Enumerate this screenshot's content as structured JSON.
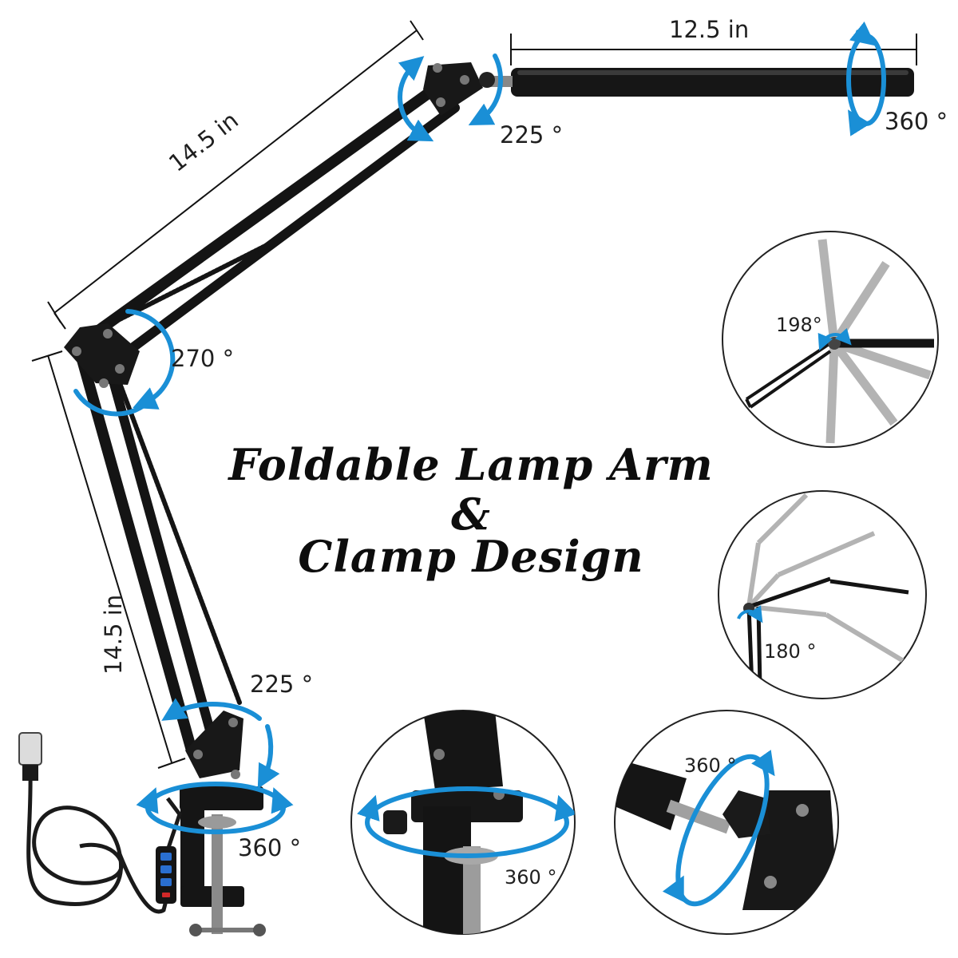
{
  "title": {
    "line1": "Foldable Lamp Arm",
    "line2": "&",
    "line3": "Clamp Design"
  },
  "dimensions": {
    "head_length": "12.5 in",
    "upper_arm_length": "14.5 in",
    "lower_arm_length": "14.5 in"
  },
  "rotations": {
    "head_joint": "225 °",
    "head_swivel": "360 °",
    "elbow_joint": "270 °",
    "base_joint": "225 °",
    "clamp_swivel": "360 °"
  },
  "insets": {
    "fold_range": "198°",
    "tilt_range": "180 °",
    "clamp_closeup_rotation": "360 °",
    "head_closeup_rotation": "360 °"
  },
  "colors": {
    "arrow": "#1a8fd6",
    "metal": "#141414",
    "ghost": "#b3b3b3",
    "background": "#ffffff"
  }
}
